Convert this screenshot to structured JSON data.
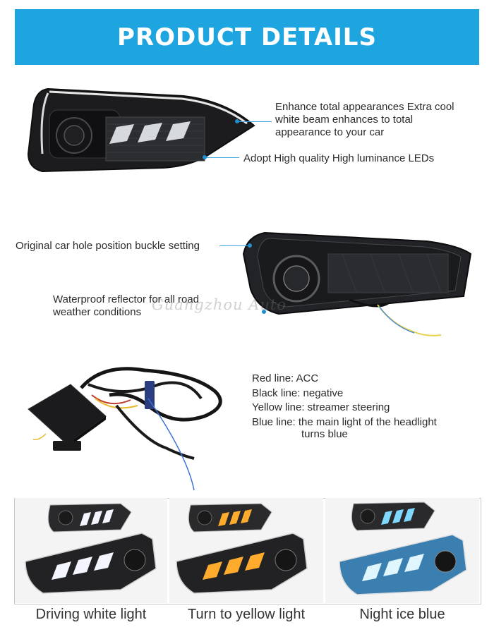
{
  "header": {
    "title": "PRODUCT DETAILS"
  },
  "annotations": {
    "appearance": [
      "Enhance total appearances Extra cool",
      "white beam enhances to total",
      "appearance to your car"
    ],
    "leds": "Adopt  High quality High luminance LEDs",
    "buckle": "Original car hole position buckle setting",
    "reflector": [
      "Waterproof reflector for all road",
      "weather conditions"
    ]
  },
  "watermark": "Guangzhou Auto",
  "wiring": {
    "lines": [
      "Red line: ACC",
      "Black line: negative",
      "Yellow line: streamer steering",
      "Blue line: the main light of the headlight"
    ],
    "continuation": "turns blue"
  },
  "modes": [
    {
      "caption": "Driving white light",
      "glow": "#f4f6ff"
    },
    {
      "caption": "Turn to yellow light",
      "glow": "#ffab2e"
    },
    {
      "caption": "Night ice blue",
      "glow": "#7fd8ff"
    }
  ],
  "colors": {
    "banner": "#1ea5df",
    "leader": "#3aa7e0"
  }
}
